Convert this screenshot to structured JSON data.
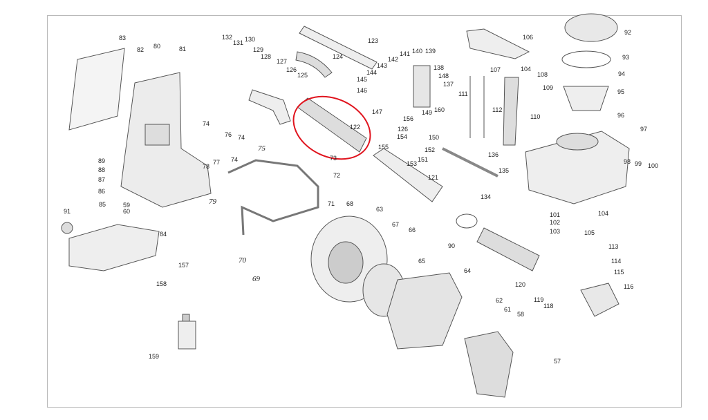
{
  "diagram": {
    "type": "exploded-parts-diagram",
    "highlight_color": "#e0141e",
    "highlighted_part": "122",
    "part_labels": [
      "83",
      "82",
      "80",
      "81",
      "132",
      "131",
      "130",
      "129",
      "128",
      "127",
      "126",
      "125",
      "123",
      "124",
      "106",
      "92",
      "93",
      "94",
      "95",
      "96",
      "97",
      "104",
      "107",
      "108",
      "109",
      "111",
      "112",
      "110",
      "140",
      "139",
      "141",
      "142",
      "143",
      "144",
      "145",
      "138",
      "148",
      "137",
      "146",
      "147",
      "149",
      "160",
      "156",
      "126",
      "150",
      "154",
      "152",
      "155",
      "151",
      "153",
      "122",
      "136",
      "135",
      "134",
      "121",
      "98",
      "99",
      "100",
      "74",
      "76",
      "74",
      "78",
      "77",
      "75",
      "74",
      "73",
      "72",
      "71",
      "68",
      "89",
      "88",
      "87",
      "86",
      "79",
      "59",
      "60",
      "91",
      "85",
      "84",
      "63",
      "67",
      "66",
      "65",
      "64",
      "62",
      "61",
      "58",
      "57",
      "70",
      "69",
      "90",
      "104",
      "101",
      "102",
      "103",
      "105",
      "113",
      "114",
      "115",
      "116",
      "120",
      "119",
      "118",
      "157",
      "158",
      "159"
    ]
  }
}
